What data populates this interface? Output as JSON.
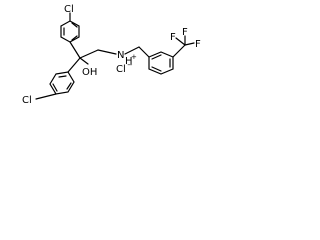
{
  "labels": {
    "cl_top": "Cl",
    "cl_bottom": "Cl",
    "oh": "OH",
    "nh": "N",
    "h_plus": "H",
    "plus": "+",
    "cl_minus": "Cl",
    "minus": "−",
    "cf3_f": "F"
  }
}
